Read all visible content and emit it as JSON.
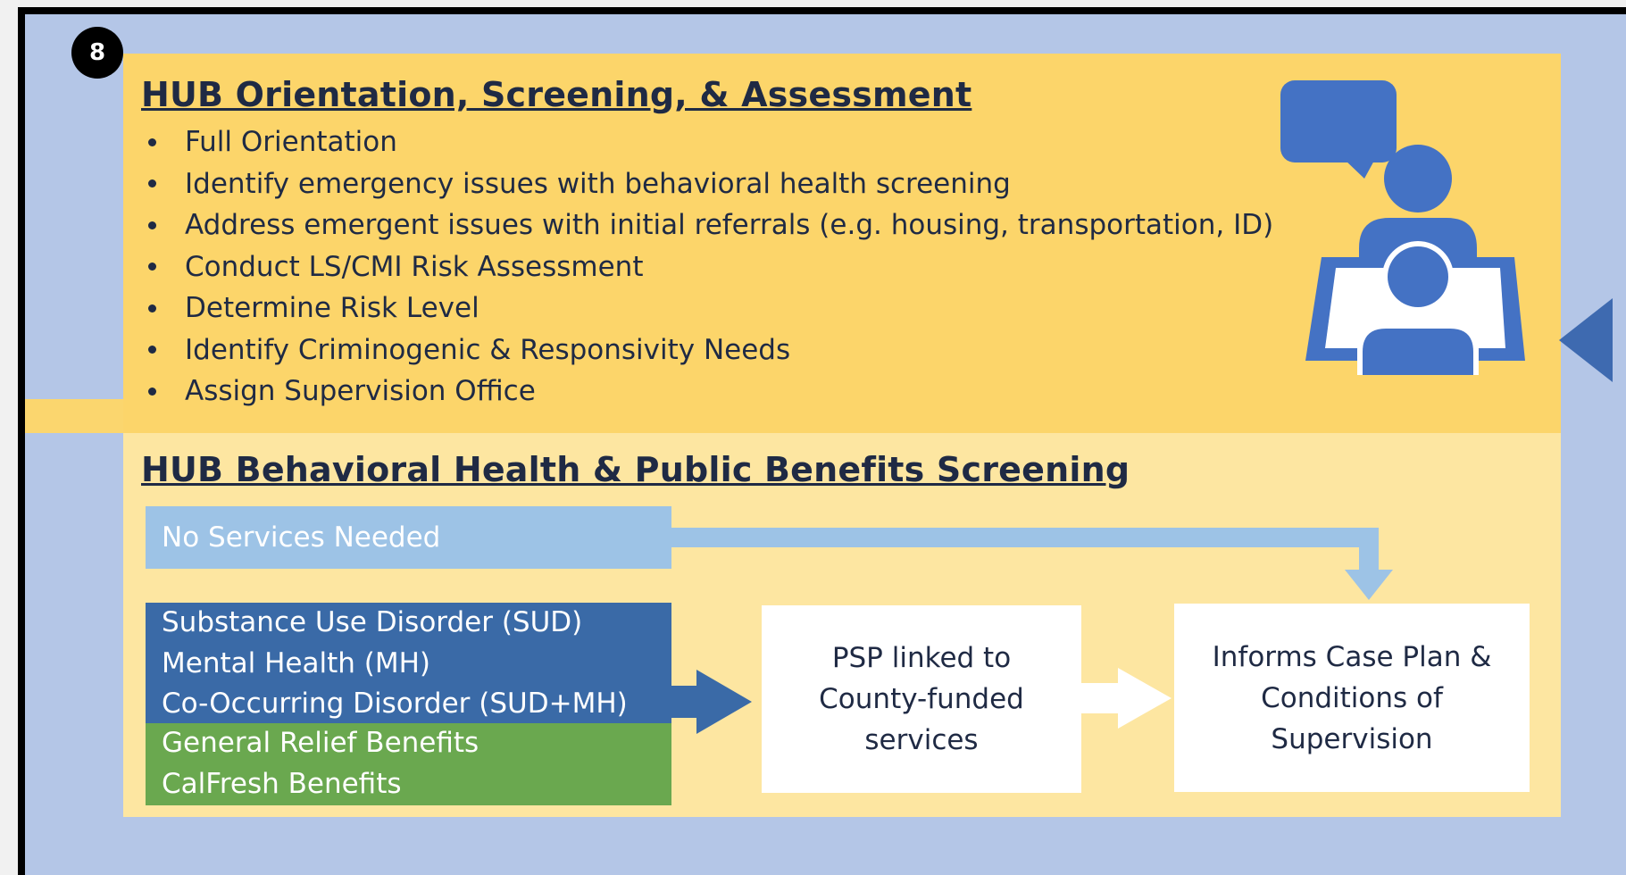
{
  "step_number": "8",
  "section_1": {
    "title": "HUB Orientation, Screening, & Assessment",
    "bullets": [
      "Full Orientation",
      "Identify emergency issues with behavioral health screening",
      "Address emergent issues with initial referrals (e.g. housing, transportation, ID)",
      "Conduct LS/CMI Risk Assessment",
      "Determine Risk Level",
      "Identify Criminogenic & Responsivity Needs",
      "Assign Supervision Office"
    ]
  },
  "section_2": {
    "title": "HUB Behavioral Health & Public Benefits Screening",
    "no_services": "No Services Needed",
    "behavioral_needs": [
      "Substance Use Disorder (SUD)",
      "Mental Health (MH)",
      "Co-Occurring Disorder (SUD+MH)"
    ],
    "benefits": [
      "General Relief Benefits",
      "CalFresh Benefits"
    ],
    "psp_box": [
      "PSP linked to",
      "County-funded",
      "services"
    ],
    "case_plan_box": [
      "Informs Case Plan &",
      "Conditions of",
      "Supervision"
    ]
  },
  "icons": {
    "meeting": "two-people-meeting-icon",
    "incoming_arrow": "arrow-left-icon"
  },
  "colors": {
    "background": "#b4c6e7",
    "panel_top": "#fcd56a",
    "panel_bottom": "#fde6a1",
    "no_services": "#9dc3e6",
    "behavioral": "#3a6aa7",
    "benefits": "#6aa84f",
    "icon_blue": "#4472c4"
  }
}
